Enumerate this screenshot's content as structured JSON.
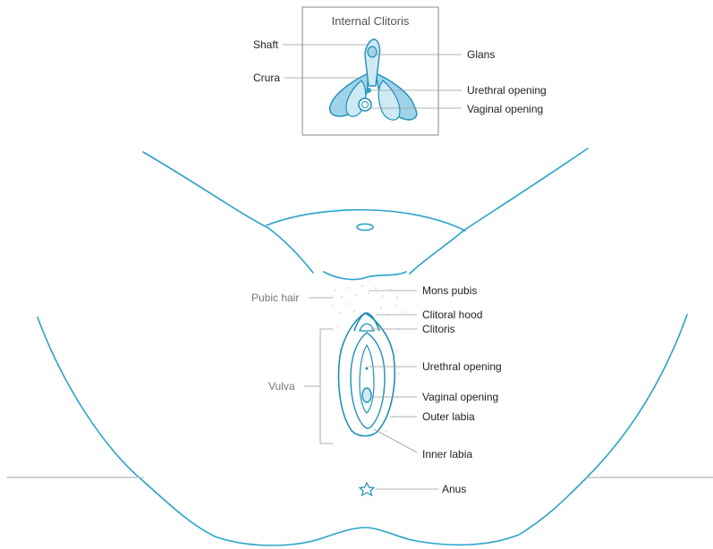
{
  "inset": {
    "title": "Internal Clitoris",
    "labels": {
      "shaft": "Shaft",
      "crura": "Crura",
      "glans": "Glans",
      "urethral_opening": "Urethral opening",
      "vaginal_opening": "Vaginal opening"
    }
  },
  "main": {
    "labels": {
      "pubic_hair": "Pubic hair",
      "vulva": "Vulva",
      "mons_pubis": "Mons pubis",
      "clitoral_hood": "Clitoral hood",
      "clitoris": "Clitoris",
      "urethral_opening": "Urethral opening",
      "vaginal_opening": "Vaginal opening",
      "outer_labia": "Outer labia",
      "inner_labia": "Inner labia",
      "anus": "Anus"
    }
  },
  "colors": {
    "outline": "#29a3c9",
    "fill_light": "#cfeaf5",
    "fill_mid": "#9fd3ea",
    "text": "#222222",
    "text_secondary": "#777777",
    "leader": "#9a9a9a"
  }
}
